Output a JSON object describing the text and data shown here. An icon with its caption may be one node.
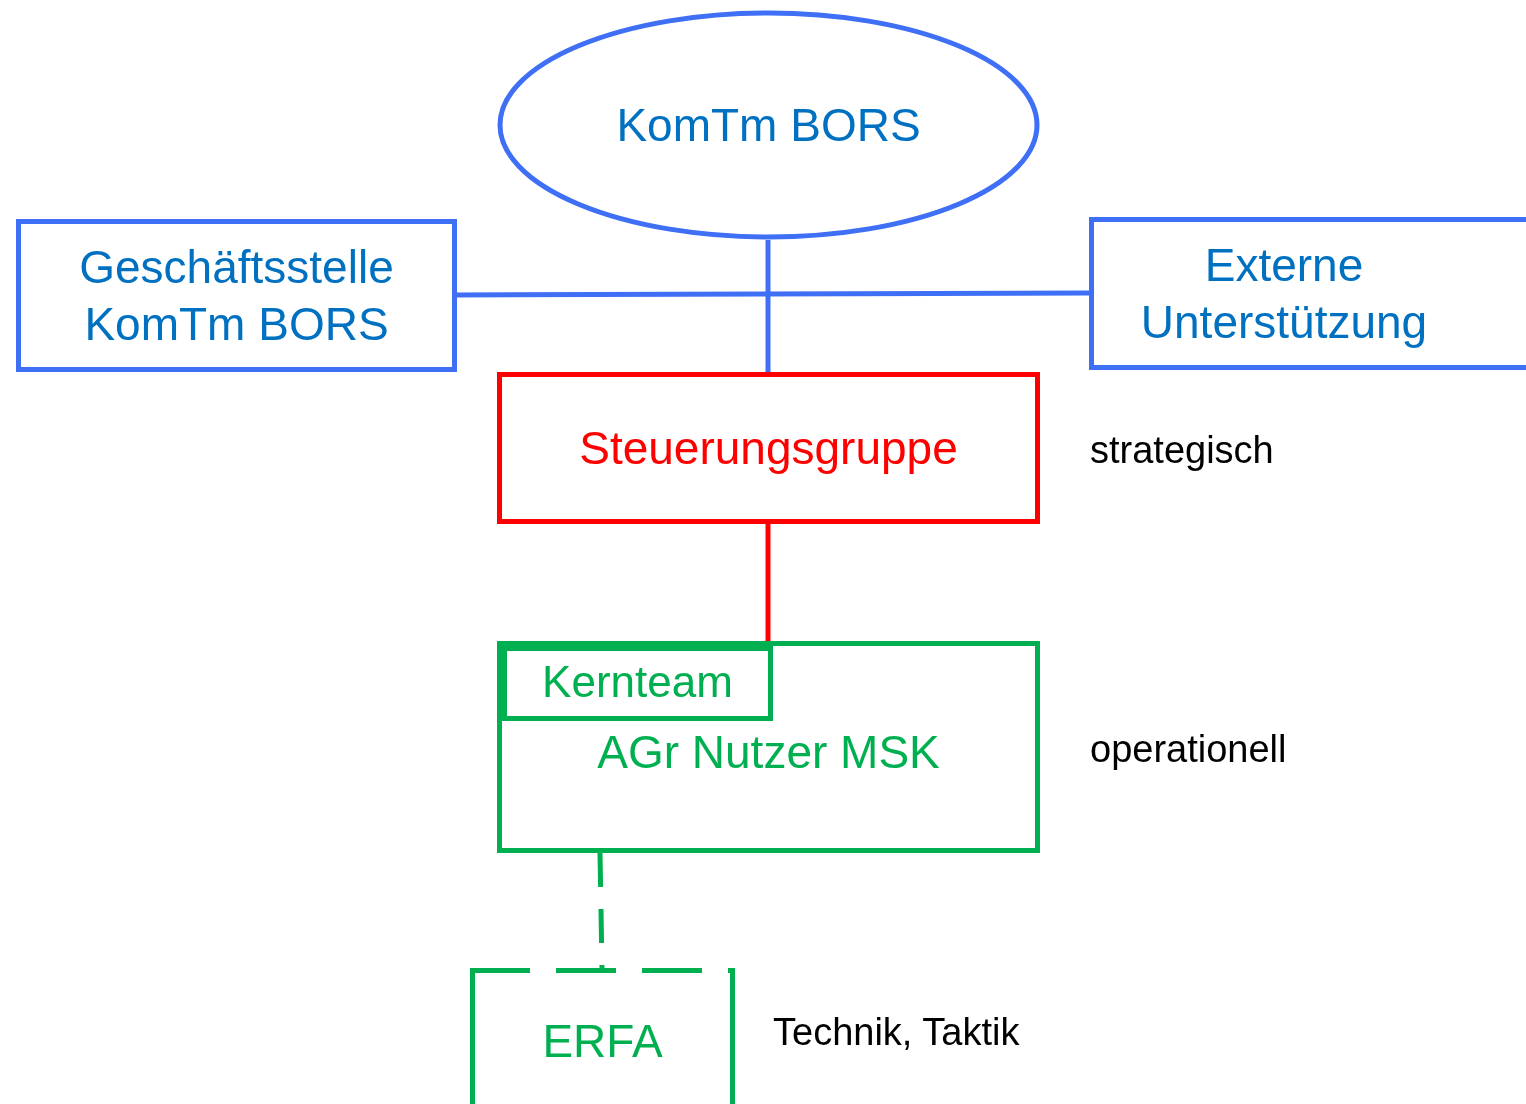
{
  "diagram": {
    "nodes": [
      {
        "text": [
          "KomTm BORS"
        ]
      },
      {
        "text": [
          "Geschäftsstelle KomTm BORS"
        ]
      },
      {
        "text": [
          "Externe Unterstützung"
        ]
      },
      {
        "text": [
          "Steuerungsgruppe"
        ],
        "beside": [
          "strategisch"
        ]
      },
      {
        "text": [
          "AGr Nutzer MSK"
        ],
        "beside": [
          "operationell"
        ]
      },
      {
        "text": [
          "Kernteam"
        ],
        "in": 4
      },
      {
        "text": [
          "ERFA"
        ],
        "beside": [
          "Technik, Taktik"
        ]
      }
    ],
    "edges": [
      {
        "from": 0,
        "to": 3,
        "arrow": "none"
      },
      {
        "from": 1,
        "to": 2,
        "arrow": "none"
      },
      {
        "from": 3,
        "to": 4,
        "arrow": "none",
        "color": "#ff0000"
      },
      {
        "from": 4,
        "to": 6,
        "arrow": "none",
        "style": "dashed",
        "color": "#00b050"
      }
    ]
  }
}
